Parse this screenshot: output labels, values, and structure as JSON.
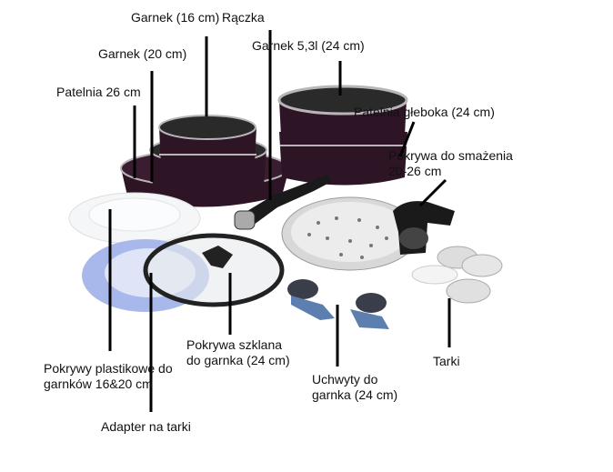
{
  "labels": {
    "pot_16": "Garnek (16 cm)",
    "handle": "Rączka",
    "pot_20": "Garnek (20 cm)",
    "pan_26": "Patelnia 26 cm",
    "pot_24": "Garnek 5,3l (24 cm)",
    "deep_pan": "Patelnia głeboka (24 cm)",
    "frying_lid_line1": "Pokrywa do smażenia",
    "frying_lid_line2": "20-26 cm",
    "plastic_lids_line1": "Pokrywy plastikowe do",
    "plastic_lids_line2": "garnków 16&20 cm",
    "glass_lid_line1": "Pokrywa szklana",
    "glass_lid_line2": "do garnka (24 cm)",
    "pot_handles_line1": "Uchwyty do",
    "pot_handles_line2": "garnka (24 cm)",
    "graters": "Tarki",
    "grater_adapter": "Adapter na tarki"
  },
  "colors": {
    "pan_body": "#2e1526",
    "pan_rim": "#b9b4b8",
    "interior": "#2a2a2a",
    "plastic_blue": "#a9b8ea"
  }
}
